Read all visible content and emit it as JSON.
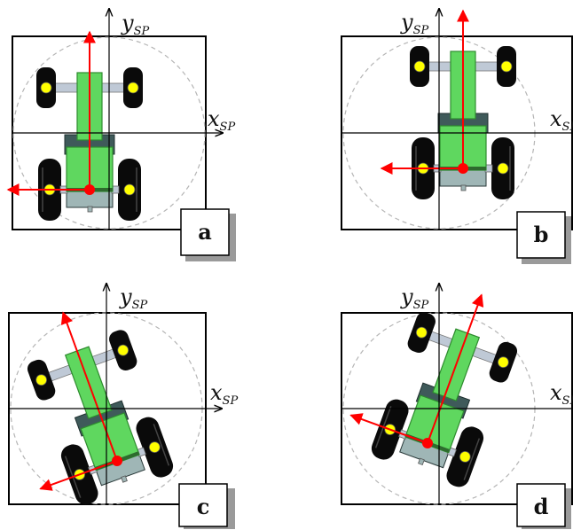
{
  "axes": {
    "y_main": "y",
    "x_main": "x",
    "subscript": "SP"
  },
  "panels": [
    {
      "label": "a",
      "rotation_deg": 0
    },
    {
      "label": "b",
      "rotation_deg": 0
    },
    {
      "label": "c",
      "rotation_deg": -20
    },
    {
      "label": "d",
      "rotation_deg": 20
    }
  ],
  "colors": {
    "frame": "#000000",
    "circle": "#b5b5b5",
    "body": "#5fd75f",
    "body_edge": "#2e8b2e",
    "cabin": "#3f5a5a",
    "rear_plate": "#9fb6b6",
    "tire": "#0a0a0a",
    "hub": "#ffff00",
    "axle": "#bfc9d6",
    "arrow": "#ff0000"
  }
}
